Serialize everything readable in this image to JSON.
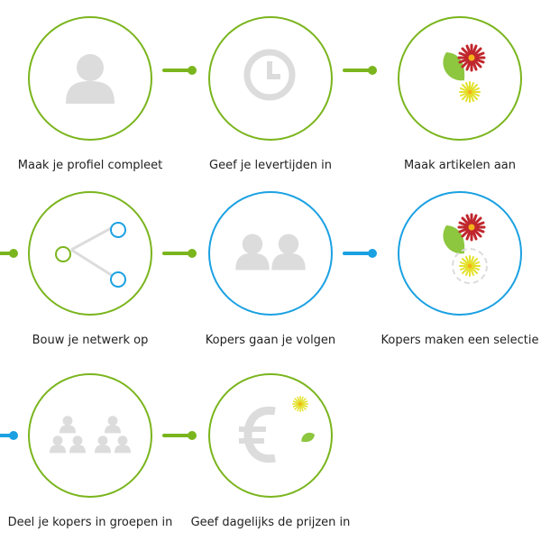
{
  "colors": {
    "green": "#7ab51d",
    "blue": "#1ba1e2",
    "icon_gray": "#dcdcdc"
  },
  "steps": [
    {
      "label": "Maak je profiel compleet",
      "icon": "user-icon"
    },
    {
      "label": "Geef je levertijden in",
      "icon": "clock-icon"
    },
    {
      "label": "Maak artikelen aan",
      "icon": "leaf-flowers-icon"
    },
    {
      "label": "Bouw je netwerk op",
      "icon": "network-icon"
    },
    {
      "label": "Kopers gaan je volgen",
      "icon": "users-icon"
    },
    {
      "label": "Kopers maken een selectie",
      "icon": "selection-icon"
    },
    {
      "label": "Deel je kopers in groepen in",
      "icon": "groups-icon"
    },
    {
      "label": "Geef dagelijks de prijzen in",
      "icon": "euro-icon"
    }
  ]
}
